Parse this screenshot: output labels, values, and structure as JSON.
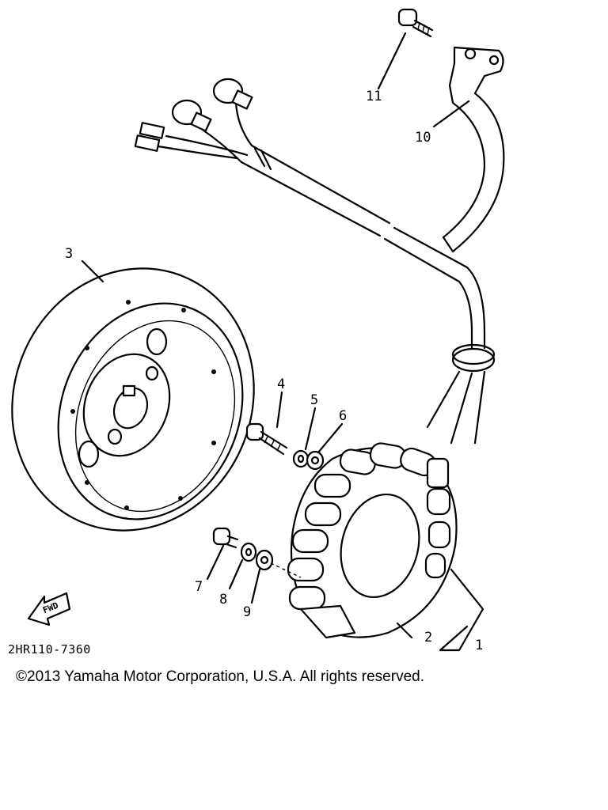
{
  "callouts": {
    "c1": "1",
    "c2": "2",
    "c3": "3",
    "c4": "4",
    "c5": "5",
    "c6": "6",
    "c7": "7",
    "c8": "8",
    "c9": "9",
    "c10": "10",
    "c11": "11"
  },
  "fwd_label": "FWD",
  "diagram_code": "2HR110-7360",
  "copyright": "©2013 Yamaha Motor Corporation, U.S.A. All rights reserved."
}
